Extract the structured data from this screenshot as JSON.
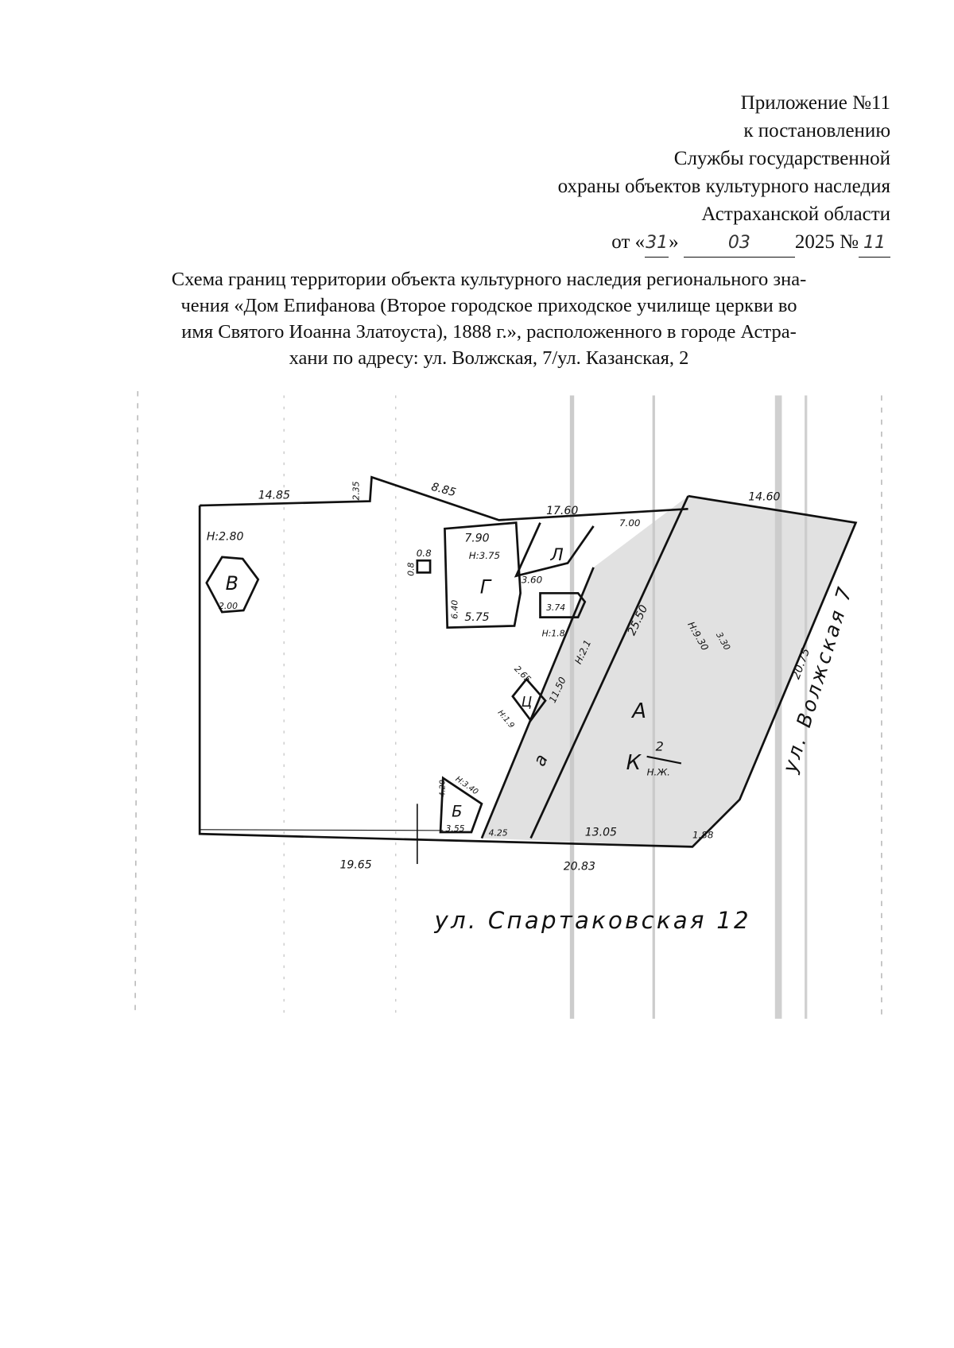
{
  "header": {
    "lines": [
      "Приложение №11",
      "к постановлению",
      "Службы государственной",
      "охраны объектов культурного наследия",
      "Астраханской области"
    ],
    "date_prefix": "от «",
    "date_day": "31",
    "date_mid": "»",
    "date_month": "03",
    "date_year": "2025 №",
    "doc_number": "11"
  },
  "title": {
    "lines": [
      "Схема границ территории объекта культурного наследия регионального зна-",
      "чения «Дом Епифанова (Второе городское приходское училище церкви во",
      "имя Святого Иоанна Златоуста), 1888 г.», расположенного в городе Астра-",
      "хани по адресу: ул. Волжская, 7/ул. Казанская, 2"
    ]
  },
  "plan": {
    "dimensions": {
      "top_left": "14.85",
      "step": "2.35",
      "slope": "8.85",
      "top_mid": "17.60",
      "top_right": "14.60",
      "bottom_left": "19.65",
      "bottom_total": "20.83",
      "bottom_right": "13.05",
      "corner": "1.88",
      "right_side": "20.75",
      "diag": "25.50",
      "inner_top": "7.00"
    },
    "buildings": {
      "v": {
        "letter": "В",
        "height": "Н:2.80",
        "side": "2.00"
      },
      "g": {
        "letter": "Г",
        "top": "7.90",
        "height": "Н:3.75",
        "bottom": "5.75",
        "side": "6.40"
      },
      "l": {
        "letter": "Л",
        "side": "3.60"
      },
      "small_box": {
        "top": "0.8",
        "side": "0.8"
      },
      "annex": {
        "width": "3.74",
        "height": "Н:1.8"
      },
      "ts": {
        "letter": "Ц",
        "side": "2.65",
        "height": "Н:1.9"
      },
      "a": {
        "letter": "а",
        "length": "11.50",
        "height": "Н:2.1"
      },
      "b": {
        "letter": "Б",
        "height": "Н:3.40",
        "bottom": "3.55",
        "side": "4.20",
        "strip": "4.25"
      },
      "a_main": {
        "letter": "А",
        "height": "Н:9.30",
        "sub": "3.30"
      },
      "k": {
        "letter": "К",
        "num": "2",
        "den": "Н.Ж."
      }
    },
    "streets": {
      "bottom": "ул. Спартаковская 12",
      "right": "ул. Волжская 7"
    }
  }
}
